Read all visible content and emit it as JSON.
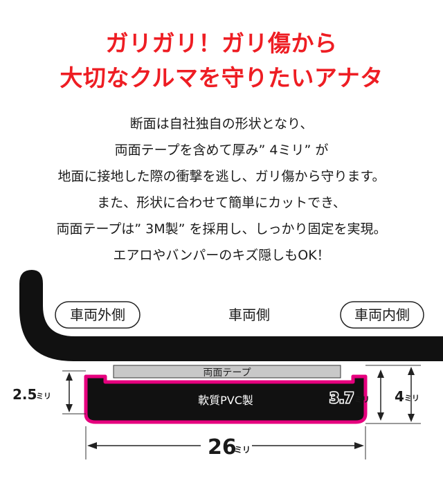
{
  "headline": {
    "line1": "ガリガリ！ガリ傷から",
    "line2": "大切なクルマを守りたいアナタ",
    "color": "#ee1d23"
  },
  "body_lines": [
    "断面は自社独自の形状となり、",
    "両面テープを含めて厚み” 4ミリ” が",
    "地面に接地した際の衝撃を逃し、ガリ傷から守ります。",
    "また、形状に合わせて簡単にカットでき、",
    "両面テープは” 3M製” を採用し、しっかり固定を実現。",
    "エアロやバンパーのキズ隠しもOK！"
  ],
  "diagram": {
    "label_outer": "車両外側",
    "label_center": "車両側",
    "label_inner": "車両内側",
    "tape_label": "両面テープ",
    "body_label": "軟質PVC製",
    "dim_left": {
      "value": "2.5",
      "unit": "ミリ"
    },
    "dim_right_inner": {
      "value": "3.7",
      "unit": "ミリ"
    },
    "dim_right_outer": {
      "value": "4",
      "unit": "ミリ"
    },
    "dim_width": {
      "value": "26",
      "unit": "ミリ"
    },
    "colors": {
      "accent": "#e6007e",
      "body": "#111111",
      "tape": "#c8c8c8"
    }
  }
}
